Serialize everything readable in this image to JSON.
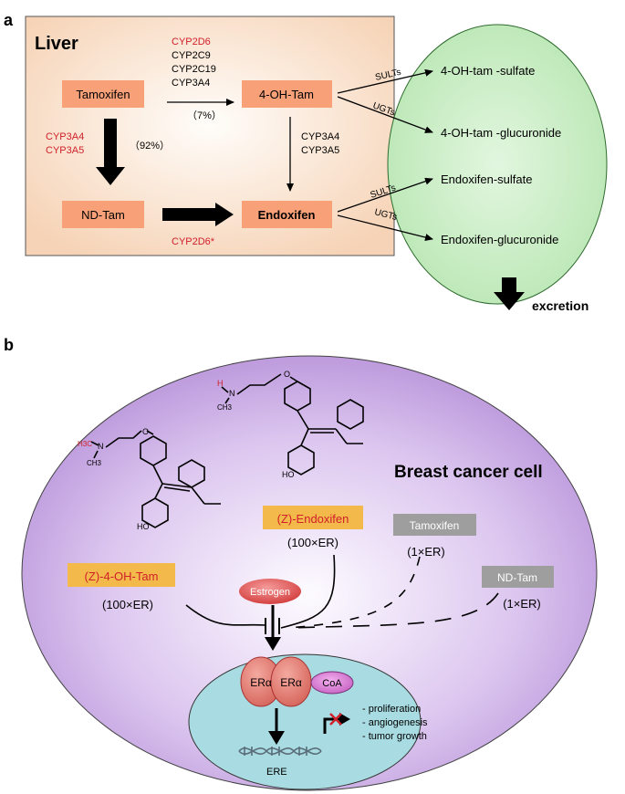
{
  "panel_a": {
    "label": "a",
    "liver_title": "Liver",
    "nodes": {
      "tamoxifen": "Tamoxifen",
      "oh_tam": "4-OH-Tam",
      "nd_tam": "ND-Tam",
      "endoxifen": "Endoxifen"
    },
    "enzymes_top": [
      "CYP2D6",
      "CYP2C9",
      "CYP2C19",
      "CYP3A4"
    ],
    "percent_top": "（7%）",
    "enzymes_left": [
      "CYP3A4",
      "CYP3A5"
    ],
    "percent_left": "（92%）",
    "enzymes_right": [
      "CYP3A4",
      "CYP3A5"
    ],
    "enzyme_bottom": "CYP2D6*",
    "transfer_labels": [
      "SULTs",
      "UGTs",
      "SULTs",
      "UGTs"
    ],
    "metabolites": [
      "4-OH-tam -sulfate",
      "4-OH-tam -glucuronide",
      "Endoxifen-sulfate",
      "Endoxifen-glucuronide"
    ],
    "excretion": "excretion"
  },
  "panel_b": {
    "label": "b",
    "cell_title": "Breast cancer cell",
    "z_oh_tam": "(Z)-4-OH-Tam",
    "z_oh_tam_potency": "(100×ER)",
    "z_endoxifen": "(Z)-Endoxifen",
    "z_endoxifen_potency": "(100×ER)",
    "tamoxifen": "Tamoxifen",
    "tamoxifen_potency": "(1×ER)",
    "nd_tam": "ND-Tam",
    "nd_tam_potency": "(1×ER)",
    "estrogen": "Estrogen",
    "er_alpha": "ERα",
    "coa": "CoA",
    "ere": "ERE",
    "outcomes": [
      "- proliferation",
      "- angiogenesis",
      "- tumor growth"
    ],
    "struct_labels": {
      "h3c": "H3C",
      "ch3": "CH3",
      "n": "N",
      "o": "O",
      "ho": "HO",
      "h": "H"
    }
  },
  "colors": {
    "liver_fill": "#f6d5bb",
    "node_fill": "#f8a178",
    "enzyme_red": "#d0202a",
    "ellipse_green": "#c8ecc4",
    "cell_purple": "#c8a4e0",
    "nucleus_teal": "#a9dce2",
    "yellow_box": "#f3b94a",
    "gray_box": "#9e9e9e"
  }
}
